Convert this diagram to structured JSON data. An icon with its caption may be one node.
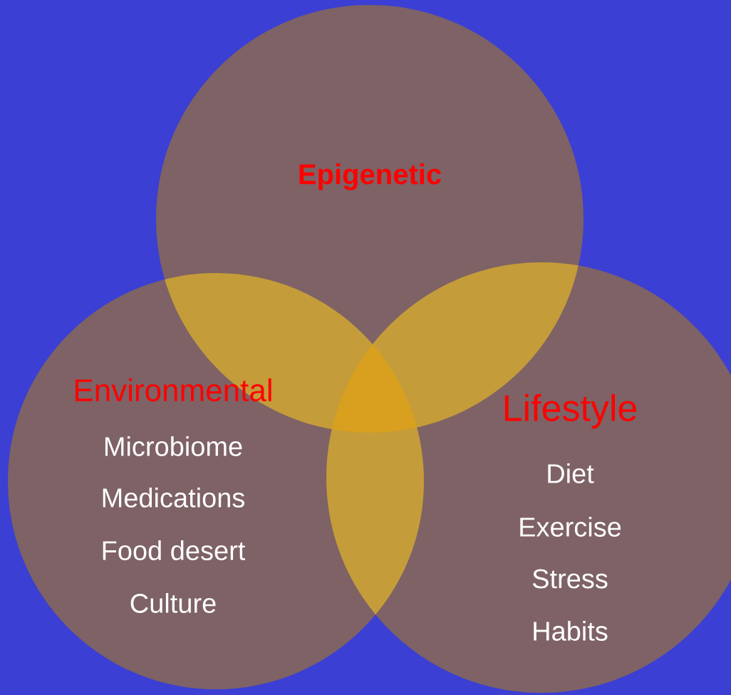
{
  "diagram": {
    "nodes": [
      {
        "text": [
          "Epigenetic"
        ]
      },
      {
        "text": [
          "Environmental",
          "Microbiome",
          "Medications",
          "Food desert",
          "Culture"
        ]
      },
      {
        "text": [
          "Lifestyle",
          "Diet",
          "Exercise",
          "Stress",
          "Habits"
        ]
      }
    ]
  }
}
